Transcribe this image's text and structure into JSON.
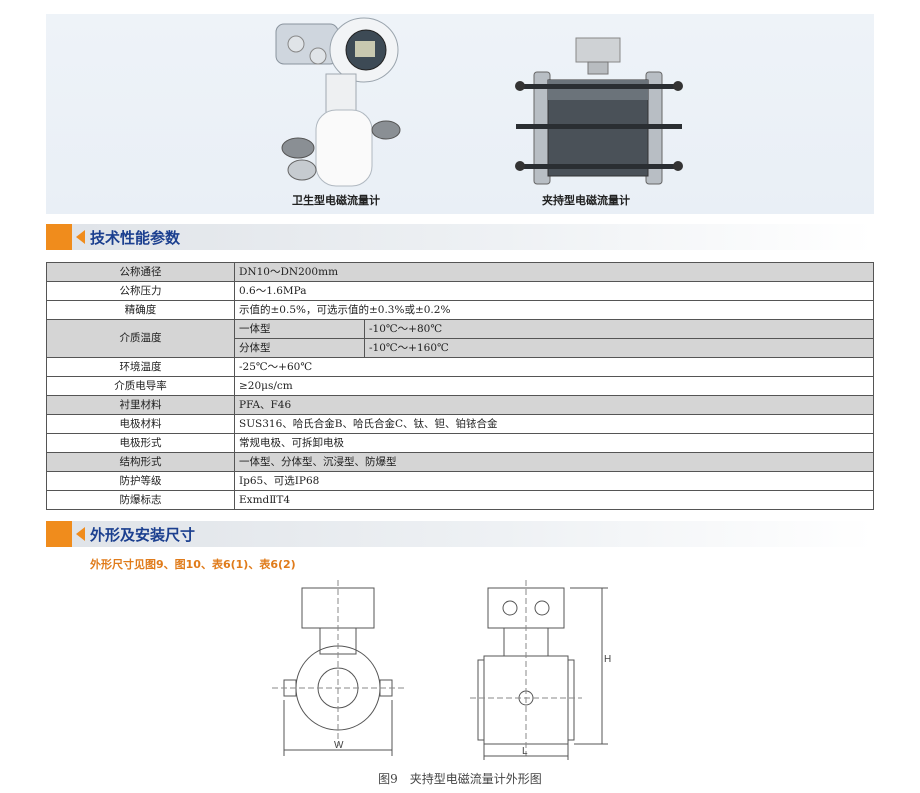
{
  "products": [
    {
      "caption": "卫生型电磁流量计"
    },
    {
      "caption": "夹持型电磁流量计"
    }
  ],
  "section1": {
    "title": "技术性能参数"
  },
  "spec": {
    "rows": [
      {
        "label": "公称通径",
        "value": "DN10～DN200mm"
      },
      {
        "label": "公称压力",
        "value": "0.6～1.6MPa"
      },
      {
        "label": "精确度",
        "value": "示值的±0.5%，可选示值的±0.3%或±0.2%"
      }
    ],
    "medium_temp": {
      "label": "介质温度",
      "sub": [
        {
          "type": "一体型",
          "value": "-10℃～+80℃"
        },
        {
          "type": "分体型",
          "value": "-10℃～+160℃"
        }
      ]
    },
    "rows2": [
      {
        "label": "环境温度",
        "value": "-25℃～+60℃"
      },
      {
        "label": "介质电导率",
        "value": "≥20μs/cm"
      },
      {
        "label": "衬里材料",
        "value": "PFA、F46"
      },
      {
        "label": "电极材料",
        "value": "SUS316、哈氏合金B、哈氏合金C、钛、钽、铂铱合金"
      },
      {
        "label": "电极形式",
        "value": "常规电极、可拆卸电极"
      },
      {
        "label": "结构形式",
        "value": "一体型、分体型、沉浸型、防爆型"
      },
      {
        "label": "防护等级",
        "value": "Ip65、可选IP68"
      },
      {
        "label": "防爆标志",
        "value": "ExmdⅡT4"
      }
    ]
  },
  "section2": {
    "title": "外形及安装尺寸"
  },
  "dim_note": "外形尺寸见图9、图10、表6(1)、表6(2)",
  "drawing": {
    "label_w": "W",
    "label_l": "L",
    "label_h": "H"
  },
  "figure_caption": "图9　夹持型电磁流量计外形图"
}
